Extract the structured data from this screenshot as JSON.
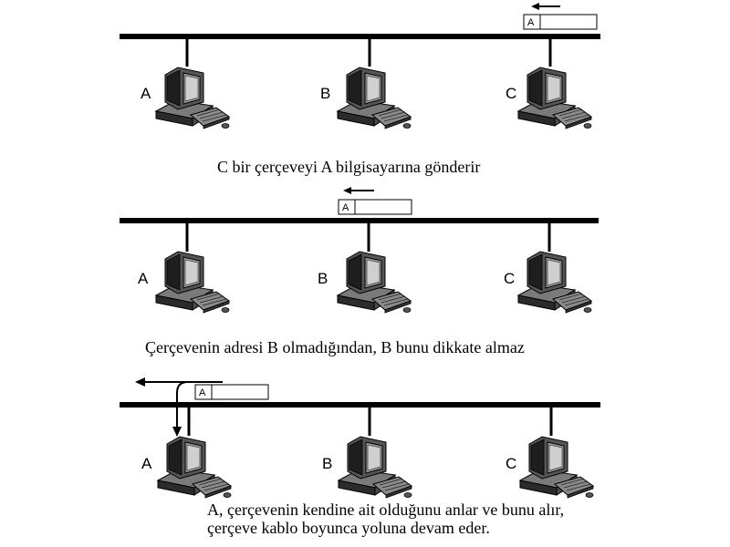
{
  "panels": [
    {
      "computers": [
        "A",
        "B",
        "C"
      ],
      "frame_address": "A",
      "caption": [
        "C bir çerçeveyi A bilgisayarına gönderir"
      ]
    },
    {
      "computers": [
        "A",
        "B",
        "C"
      ],
      "frame_address": "A",
      "caption": [
        "Çerçevenin adresi B olmadığından, B bunu dikkate almaz"
      ]
    },
    {
      "computers": [
        "A",
        "B",
        "C"
      ],
      "frame_address": "A",
      "caption": [
        "A, çerçevenin kendine ait olduğunu anlar ve bunu alır,",
        "çerçeve kablo boyunca yoluna devam eder."
      ]
    }
  ]
}
